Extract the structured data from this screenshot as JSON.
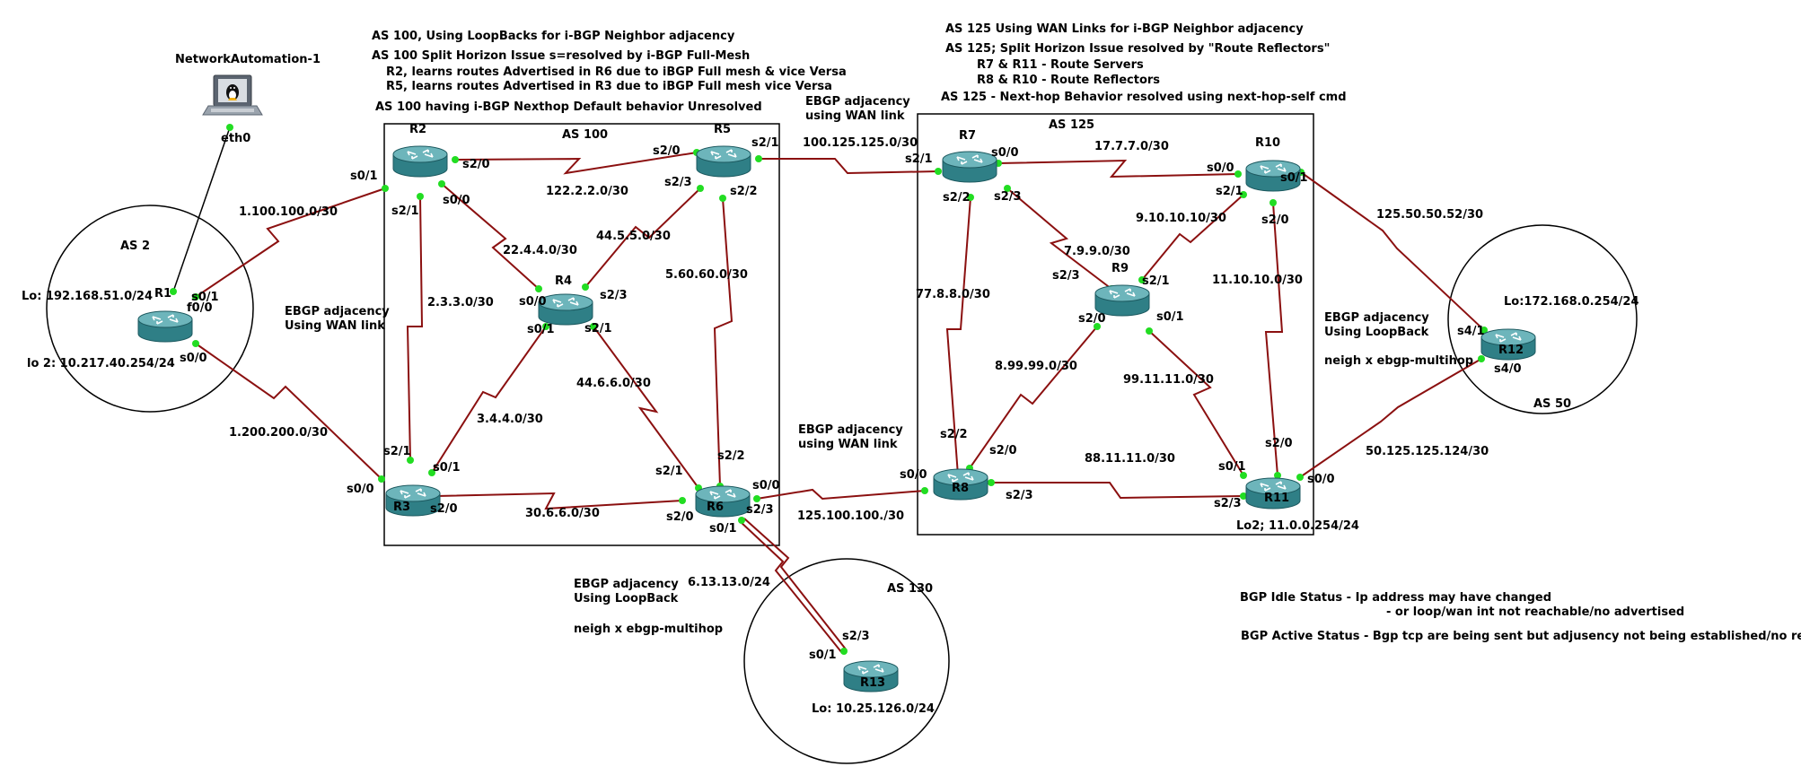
{
  "colors": {
    "link": "#8b1010",
    "endpoint": "#22dd22",
    "router_body": "#2f7f86",
    "router_top": "#6db5bb",
    "box": "#000000"
  },
  "host": {
    "name": "NetworkAutomation-1",
    "port": "eth0",
    "icon": "linux-laptop-icon"
  },
  "areas": {
    "as2": "AS 2",
    "as50": "AS 50",
    "as130": "AS 130",
    "as100": "AS 100",
    "as125": "AS 125"
  },
  "routers": {
    "R1": "R1",
    "R2": "R2",
    "R3": "R3",
    "R4": "R4",
    "R5": "R5",
    "R6": "R6",
    "R7": "R7",
    "R8": "R8",
    "R9": "R9",
    "R10": "R10",
    "R11": "R11",
    "R12": "R12",
    "R13": "R13"
  },
  "loopbacks": {
    "r1_lo": "Lo: 192.168.51.0/24",
    "r1_lo2": "lo 2: 10.217.40.254/24",
    "r12_lo": "Lo:172.168.0.254/24",
    "r13_lo": "Lo: 10.25.126.0/24",
    "r11_lo2": "Lo2; 11.0.0.254/24"
  },
  "subnets": {
    "r1_r2": "1.100.100.0/30",
    "r1_r3": "1.200.200.0/30",
    "r2_r5": "122.2.2.0/30",
    "r2_r4": "22.4.4.0/30",
    "r2_r3": "2.3.3.0/30",
    "r5_r4": "44.5.5.0/30",
    "r5_r6": "5.60.60.0/30",
    "r4_r3": "3.4.4.0/30",
    "r4_r6": "44.6.6.0/30",
    "r3_r6": "30.6.6.0/30",
    "r5_r7": "100.125.125.0/30",
    "r6_r8": "125.100.100./30",
    "r6_r13": "6.13.13.0/24",
    "r7_r10": "17.7.7.0/30",
    "r7_r9": "7.9.9.0/30",
    "r7_r8": "77.8.8.0/30",
    "r10_r9": "9.10.10.10/30",
    "r10_r11": "11.10.10.0/30",
    "r9_r8": "8.99.99.0/30",
    "r9_r11": "99.11.11.0/30",
    "r8_r11": "88.11.11.0/30",
    "r10_r12": "125.50.50.52/30",
    "r11_r12": "50.125.125.124/30"
  },
  "ports": {
    "r1_s01": "s0/1",
    "r1_f00": "f0/0",
    "r1_s00": "s0/0",
    "r2_s01": "s0/1",
    "r2_s20": "s2/0",
    "r2_s21": "s2/1",
    "r2_s00": "s0/0",
    "r5_s20": "s2/0",
    "r5_s21": "s2/1",
    "r5_s23": "s2/3",
    "r5_s22": "s2/2",
    "r4_s00": "s0/0",
    "r4_s23": "s2/3",
    "r4_s01": "s0/1",
    "r4_s21": "s2/1",
    "r3_s21": "s2/1",
    "r3_s01": "s0/1",
    "r3_s00": "s0/0",
    "r3_s20": "s2/0",
    "r6_s22": "s2/2",
    "r6_s21": "s2/1",
    "r6_s00": "s0/0",
    "r6_s23": "s2/3",
    "r6_s20": "s2/0",
    "r6_s01": "s0/1",
    "r7_s21": "s2/1",
    "r7_s00": "s0/0",
    "r7_s22": "s2/2",
    "r7_s23": "s2/3",
    "r10_s00": "s0/0",
    "r10_s01": "s0/1",
    "r10_s21": "s2/1",
    "r10_s20": "s2/0",
    "r9_s23": "s2/3",
    "r9_s21": "s2/1",
    "r9_s20": "s2/0",
    "r9_s01": "s0/1",
    "r8_s22": "s2/2",
    "r8_s20": "s2/0",
    "r8_s00": "s0/0",
    "r8_s23": "s2/3",
    "r11_s20": "s2/0",
    "r11_s01": "s0/1",
    "r11_s00": "s0/0",
    "r11_s23": "s2/3",
    "r12_s41": "s4/1",
    "r12_s40": "s4/0",
    "r13_s23": "s2/3",
    "r13_s01": "s0/1"
  },
  "notes": {
    "as100_1": "AS 100, Using LoopBacks for i-BGP Neighbor adjacency",
    "as100_2": "AS 100 Split Horizon Issue s=resolved by i-BGP Full-Mesh",
    "as100_3": "R2, learns routes Advertised in R6 due to iBGP Full mesh & vice Versa",
    "as100_4": "R5, learns routes Advertised in R3 due to iBGP Full mesh vice Versa",
    "as100_5": "AS 100 having i-BGP Nexthop Default behavior Unresolved",
    "as125_1": "AS 125 Using WAN Links for i-BGP  Neighbor adjacency",
    "as125_2": "AS 125; Split Horizon Issue resolved by \"Route Reflectors\"",
    "as125_3": "R7 & R11 - Route Servers",
    "as125_4": "R8 & R10 - Route Reflectors",
    "as125_5": "AS 125  - Next-hop Behavior resolved using next-hop-self cmd",
    "ebgp_wan_top_1": "EBGP adjacency",
    "ebgp_wan_top_2": "using WAN link",
    "ebgp_wan_left_1": "EBGP adjacency",
    "ebgp_wan_left_2": "Using WAN link",
    "ebgp_wan_mid_1": "EBGP adjacency",
    "ebgp_wan_mid_2": "using WAN link",
    "ebgp_lb_right_1": "EBGP adjacency",
    "ebgp_lb_right_2": "Using LoopBack",
    "ebgp_lb_right_3": "neigh x ebgp-multihop",
    "ebgp_lb_bottom_1": "EBGP adjacency",
    "ebgp_lb_bottom_2": "Using LoopBack",
    "ebgp_lb_bottom_3": "neigh x ebgp-multihop",
    "status_idle_1": "BGP Idle Status - Ip address may have changed",
    "status_idle_2": "- or loop/wan int not reachable/no advertised",
    "status_active": "BGP Active Status - Bgp tcp are being sent but adjusency not being established/no response"
  }
}
